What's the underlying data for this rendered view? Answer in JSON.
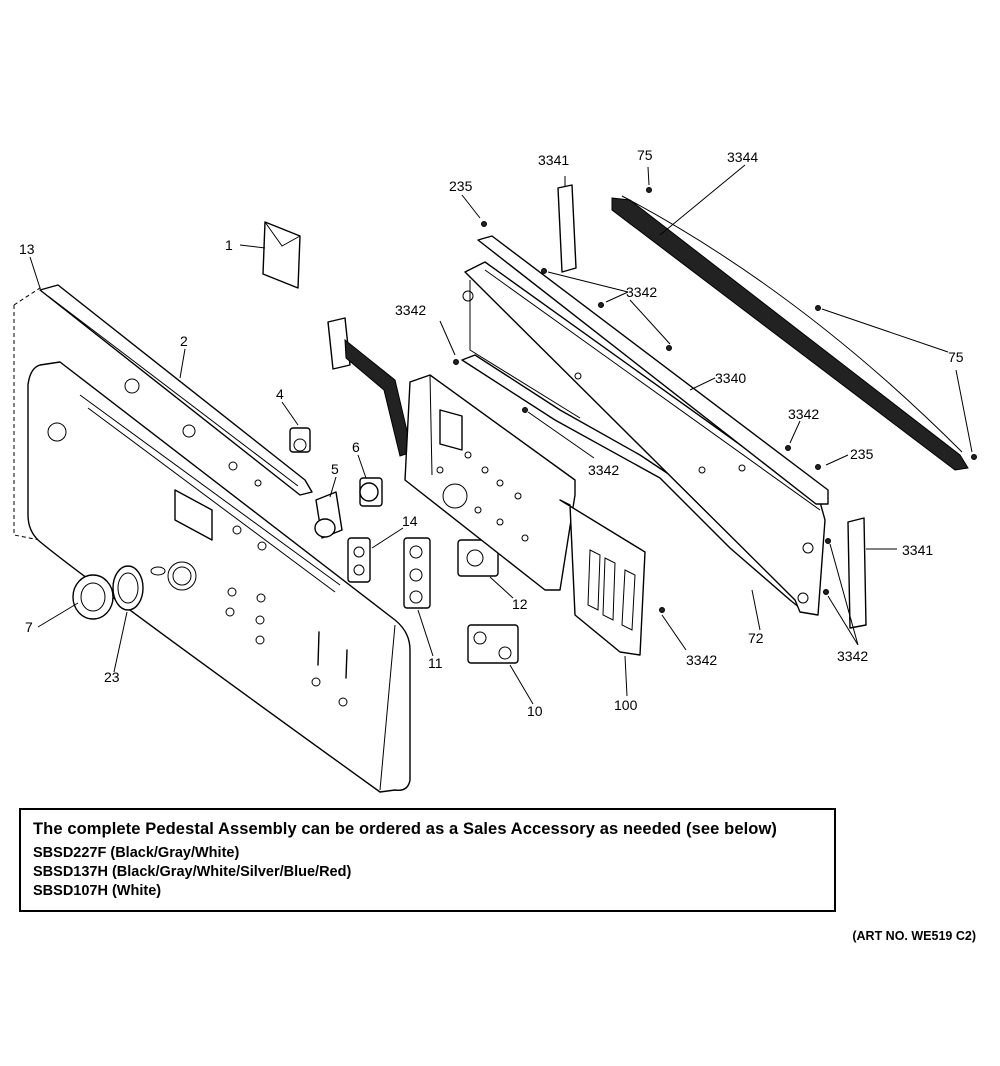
{
  "part_labels": {
    "l1": "1",
    "l2": "2",
    "l4": "4",
    "l5": "5",
    "l6": "6",
    "l7": "7",
    "l10": "10",
    "l11": "11",
    "l12": "12",
    "l13": "13",
    "l14": "14",
    "l23": "23",
    "l72": "72",
    "l75a": "75",
    "l75b": "75",
    "l100": "100",
    "l235a": "235",
    "l235b": "235",
    "l3340": "3340",
    "l3341a": "3341",
    "l3341b": "3341",
    "l3342a": "3342",
    "l3342b": "3342",
    "l3342c": "3342",
    "l3342d": "3342",
    "l3342e": "3342",
    "l3342f": "3342",
    "l3344": "3344"
  },
  "note": {
    "title": "The complete Pedestal Assembly can be ordered as a Sales Accessory as needed (see below)",
    "lines": [
      "SBSD227F (Black/Gray/White)",
      "SBSD137H (Black/Gray/White/Silver/Blue/Red)",
      "SBSD107H (White)"
    ]
  },
  "art_number": "(ART NO. WE519 C2)"
}
